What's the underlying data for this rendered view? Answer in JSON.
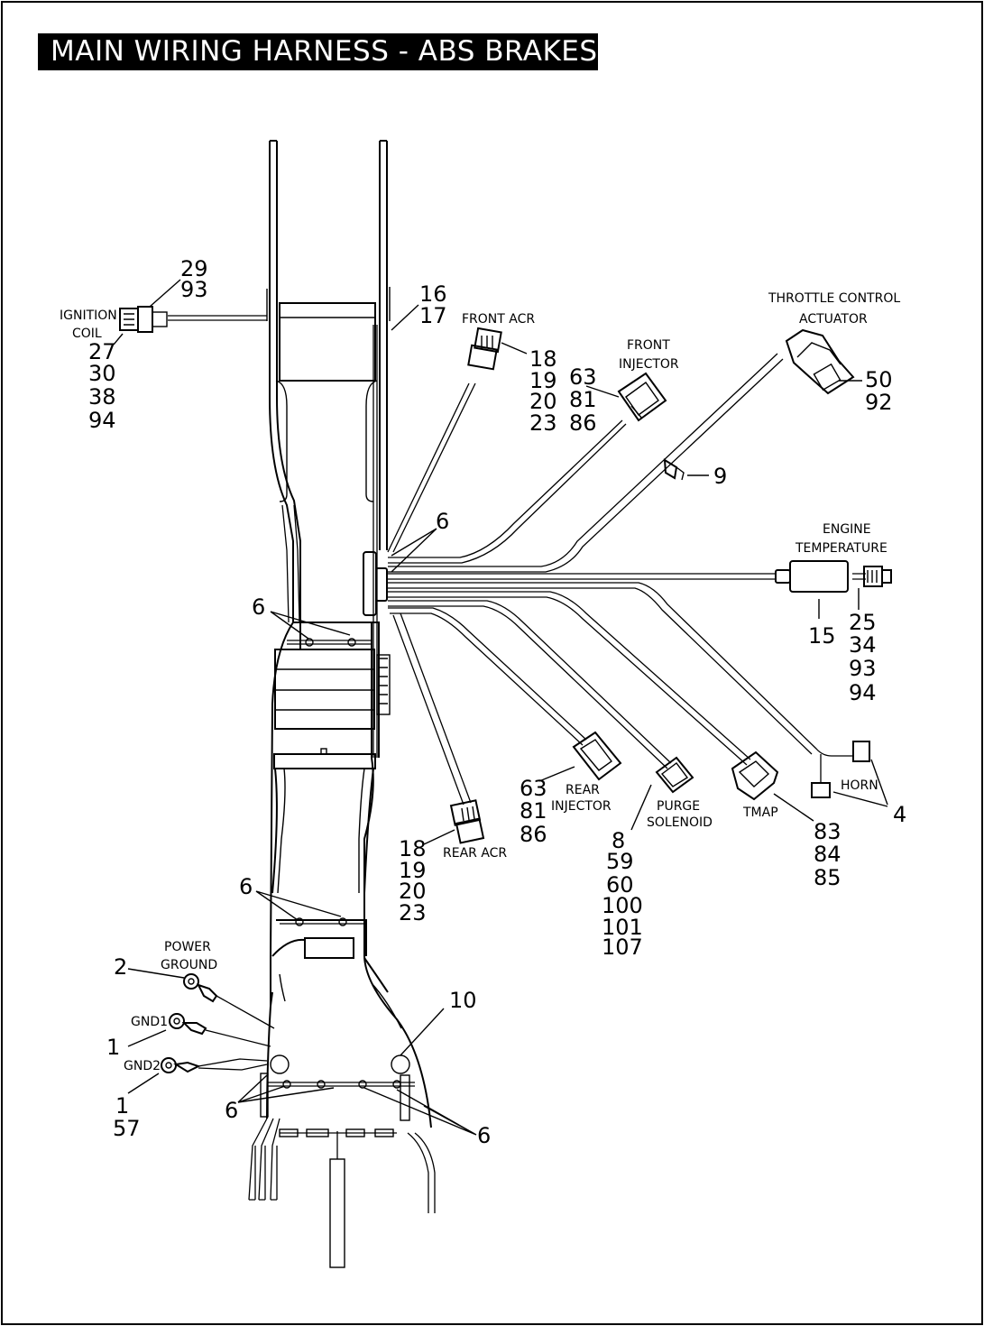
{
  "title": "MAIN WIRING HARNESS - ABS BRAKES",
  "captions": {
    "ignition_coil": [
      "IGNITION",
      "COIL"
    ],
    "front_acr": "FRONT ACR",
    "front_injector": [
      "FRONT",
      "INJECTOR"
    ],
    "throttle_control_actuator": [
      "THROTTLE CONTROL",
      "ACTUATOR"
    ],
    "engine_temperature": [
      "ENGINE",
      "TEMPERATURE"
    ],
    "horn": "HORN",
    "tmap": "TMAP",
    "purge_solenoid": [
      "PURGE",
      "SOLENOID"
    ],
    "rear_injector": [
      "REAR",
      "INJECTOR"
    ],
    "rear_acr": "REAR ACR",
    "power_ground": [
      "POWER",
      "GROUND"
    ],
    "gnd1": "GND1",
    "gnd2": "GND2"
  },
  "callouts": {
    "ignition_coil_top": [
      "29",
      "93"
    ],
    "ignition_coil_bottom": [
      "27",
      "30",
      "38",
      "94"
    ],
    "frame_clip_top": [
      "16",
      "17"
    ],
    "front_acr": [
      "18",
      "19",
      "20",
      "23"
    ],
    "front_injector": [
      "63",
      "81",
      "86"
    ],
    "throttle_actuator": [
      "50",
      "92"
    ],
    "clip": "9",
    "tie_upper_right": "6",
    "tie_left_upper": "6",
    "engine_temp_left": "15",
    "engine_temp_right": [
      "25",
      "34",
      "93",
      "94"
    ],
    "rear_injector": [
      "63",
      "81",
      "86"
    ],
    "purge_solenoid": [
      "8",
      "59",
      "60",
      "100",
      "101",
      "107"
    ],
    "tmap": [
      "83",
      "84",
      "85"
    ],
    "horn": "4",
    "rear_acr": [
      "18",
      "19",
      "20",
      "23"
    ],
    "tie_left_lower": "6",
    "power_ground": "2",
    "gnd1": "1",
    "gnd2": [
      "1",
      "57"
    ],
    "tie_bottom_left": "6",
    "tie_bottom_right": "6",
    "frame_bottom": "10"
  }
}
